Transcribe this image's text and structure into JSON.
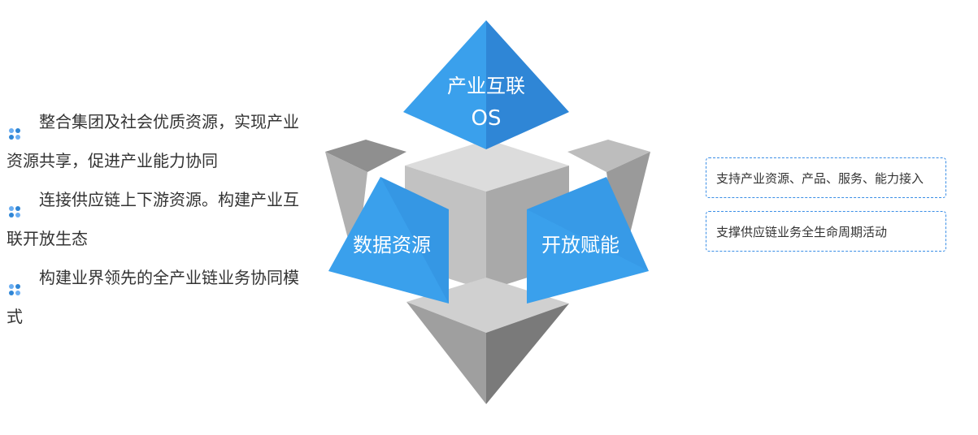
{
  "left_bullets": [
    {
      "text": "整合集团及社会优质资源，实现产业资源共享，促进产业能力协同"
    },
    {
      "text": "连接供应链上下游资源。构建产业互联开放生态"
    },
    {
      "text": "构建业界领先的全产业链业务协同模式"
    }
  ],
  "diagram": {
    "top_label_line1": "产业互联",
    "top_label_line2": "OS",
    "left_label": "数据资源",
    "right_label": "开放赋能",
    "colors": {
      "blue": "#3aa0ec",
      "blue_dark": "#2f86d6",
      "gray_light": "#d9d9d9",
      "gray_mid": "#a9a9a9",
      "gray_dark": "#7a7a7a"
    }
  },
  "right_callouts": [
    {
      "text": "支持产业资源、产品、服务、能力接入"
    },
    {
      "text": "支撑供应链业务全生命周期活动"
    }
  ],
  "icons": {
    "bullet": "four-dot-grid-icon"
  }
}
